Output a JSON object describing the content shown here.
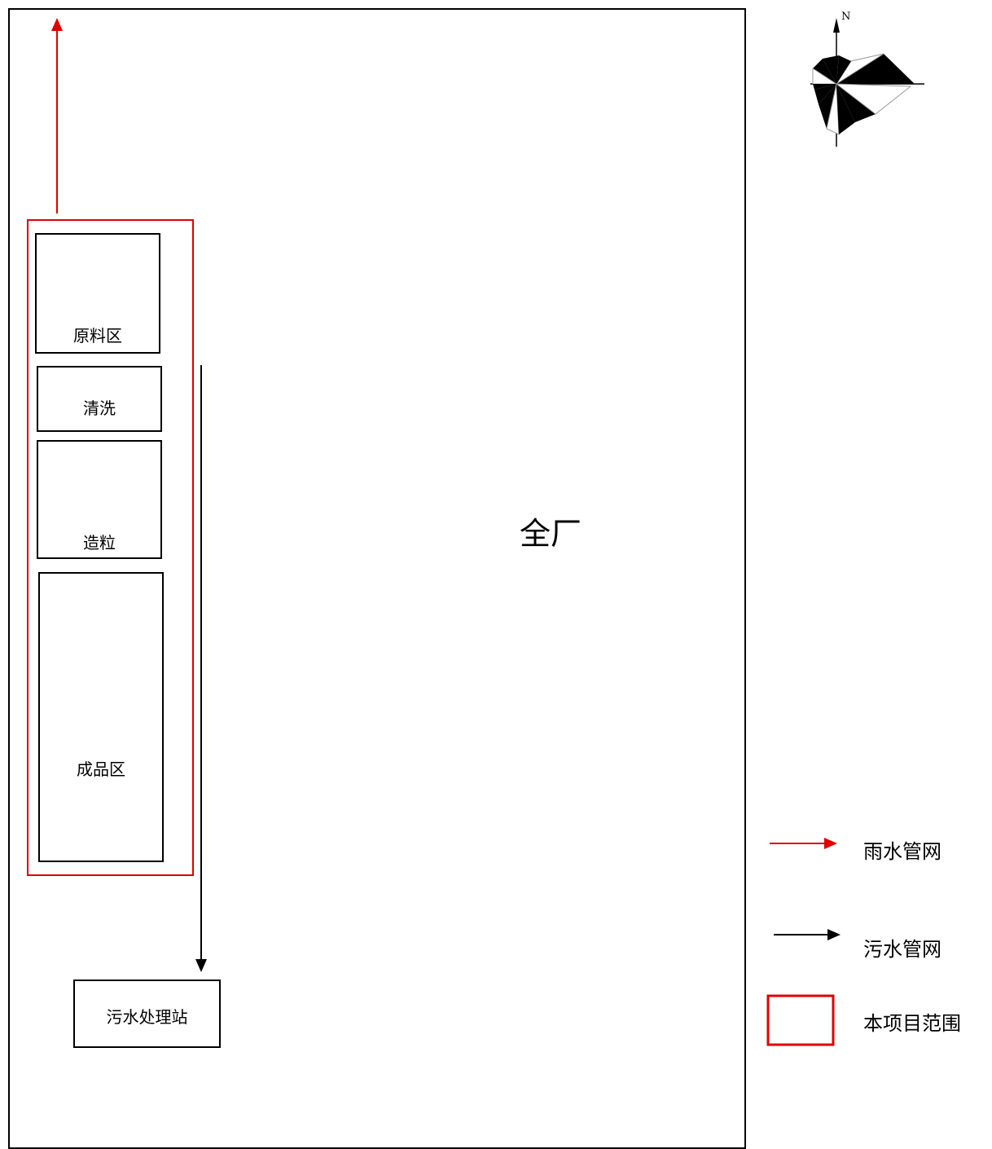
{
  "plant_label": "全厂",
  "zones": {
    "raw_material": "原料区",
    "washing": "清洗",
    "granulation": "造粒",
    "finished_product": "成品区",
    "sewage_station": "污水处理站"
  },
  "compass": {
    "north": "N"
  },
  "legend": {
    "rain_pipe": "雨水管网",
    "sewage_pipe": "污水管网",
    "project_scope": "本项目范围"
  },
  "colors": {
    "rain": "#e00000",
    "sewage": "#000000",
    "scope": "#e00000"
  }
}
